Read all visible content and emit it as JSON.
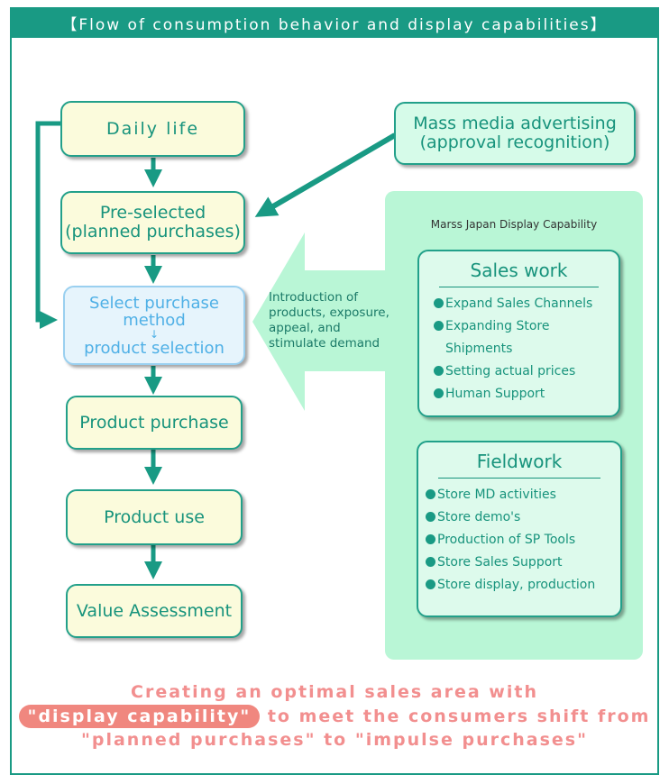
{
  "title": "【Flow of consumption behavior and display capabilities】",
  "flow": {
    "daily_life": "Daily life",
    "pre_selected_line1": "Pre-selected",
    "pre_selected_line2": "(planned purchases)",
    "select_line1": "Select purchase",
    "select_line2": "method",
    "select_arrow": "↓",
    "select_line3": "product selection",
    "product_purchase": "Product purchase",
    "product_use": "Product use",
    "value_assessment": "Value Assessment"
  },
  "mass_media": {
    "line1": "Mass media advertising",
    "line2": "(approval recognition)"
  },
  "intro_text": {
    "line1": "Introduction of",
    "line2": "products, exposure,",
    "line3": "appeal, and",
    "line4": "stimulate demand"
  },
  "panel": {
    "label": "Marss Japan Display Capability",
    "sales_work": {
      "title": "Sales work",
      "items": [
        "Expand Sales Channels",
        "Expanding Store",
        "Shipments",
        "Setting actual prices",
        "Human Support"
      ]
    },
    "fieldwork": {
      "title": "Fieldwork",
      "items": [
        "Store MD activities",
        "Store demo's",
        "Production of SP Tools",
        "Store Sales Support",
        "Store display, production"
      ]
    }
  },
  "bottom": {
    "line1": "Creating an optimal sales area with",
    "highlight": "\"display capability\"",
    "line2_rest": " to meet the consumers shift from",
    "line3": "\"planned purchases\" to \"impulse purchases\""
  },
  "colors": {
    "teal": "#199a84",
    "flow_fill": "#fbfbdc",
    "select_fill": "#e6f4fc",
    "select_text": "#4fb0e6",
    "panel_fill": "#b9f6d6",
    "card_fill": "#ddfaec",
    "bottom_text": "#f28f8f",
    "highlight_fill": "#f0877f"
  }
}
